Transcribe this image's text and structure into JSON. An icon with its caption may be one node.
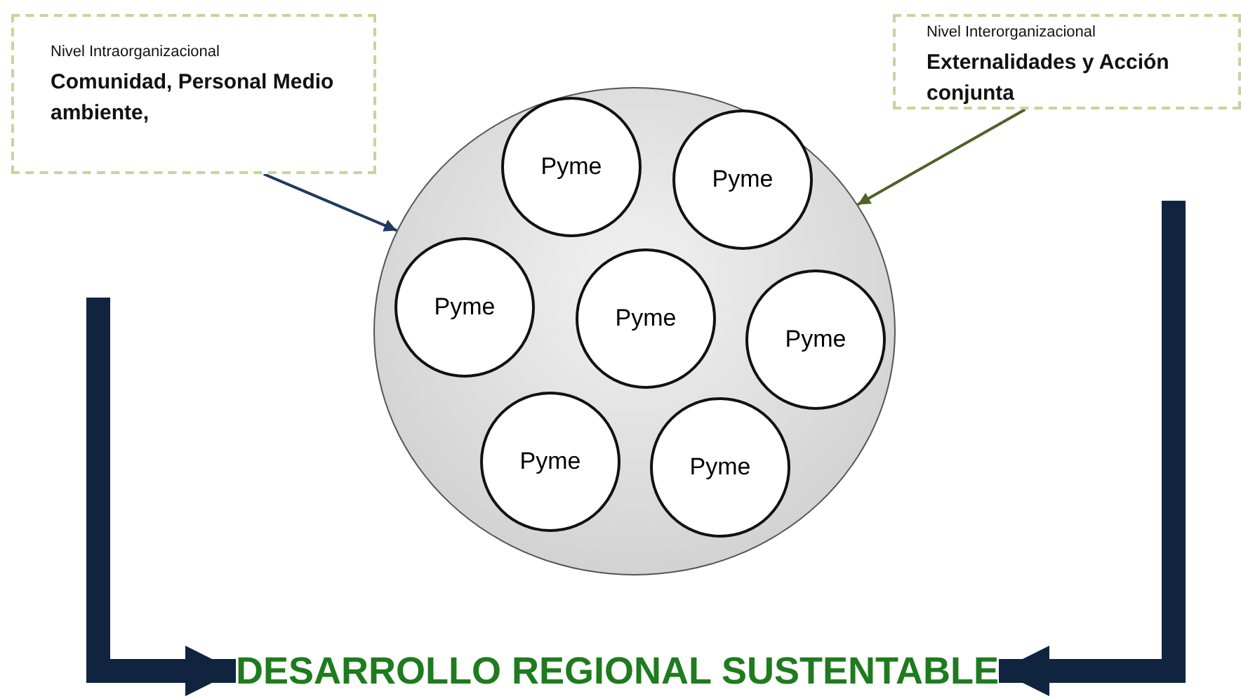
{
  "diagram": {
    "nodes": [
      {
        "text": [
          "Nivel Intraorganizacional",
          "Comunidad, Personal Medio ambiente,"
        ]
      },
      {
        "text": [
          "Nivel Interorganizacional",
          "Externalidades y Acción conjunta"
        ]
      },
      {
        "text": [],
        "shape": "circle"
      },
      {
        "text": [
          "Pyme"
        ],
        "in": 2
      },
      {
        "text": [
          "Pyme"
        ],
        "in": 2
      },
      {
        "text": [
          "Pyme"
        ],
        "in": 2
      },
      {
        "text": [
          "Pyme"
        ],
        "in": 2
      },
      {
        "text": [
          "Pyme"
        ],
        "in": 2
      },
      {
        "text": [
          "Pyme"
        ],
        "in": 2
      },
      {
        "text": [
          "Pyme"
        ],
        "in": 2
      },
      {
        "text": [
          "DESARROLLO REGIONAL SUSTENTABLE"
        ]
      }
    ],
    "edges": [
      {
        "from": 0,
        "to": 2,
        "arrow": "to",
        "color": "#1f3a5f"
      },
      {
        "from": 1,
        "to": 2,
        "arrow": "to",
        "color": "#4f6228"
      },
      {
        "from": null,
        "to": 10,
        "arrow": "to",
        "style": "thick"
      },
      {
        "from": null,
        "to": 10,
        "arrow": "to",
        "style": "thick"
      }
    ]
  }
}
